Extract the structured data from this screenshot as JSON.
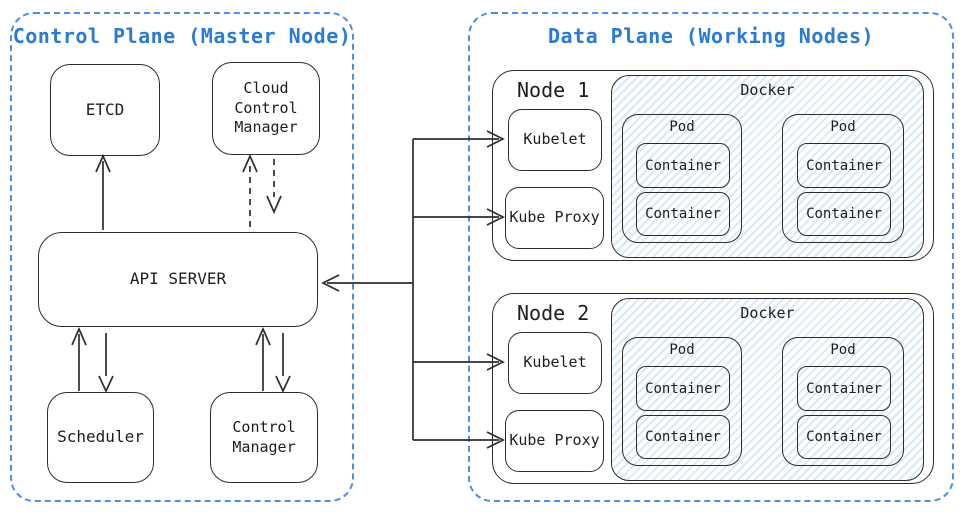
{
  "control_plane": {
    "title": "Control Plane (Master Node)",
    "boxes": {
      "etcd": "ETCD",
      "cloud_control_manager": "Cloud Control Manager",
      "api_server": "API SERVER",
      "scheduler": "Scheduler",
      "control_manager": "Control Manager"
    }
  },
  "data_plane": {
    "title": "Data Plane (Working Nodes)",
    "nodes": [
      {
        "label": "Node 1",
        "kubelet": "Kubelet",
        "kube_proxy": "Kube Proxy",
        "runtime": "Docker",
        "pods": [
          {
            "label": "Pod",
            "containers": [
              "Container",
              "Container"
            ]
          },
          {
            "label": "Pod",
            "containers": [
              "Container",
              "Container"
            ]
          }
        ]
      },
      {
        "label": "Node 2",
        "kubelet": "Kubelet",
        "kube_proxy": "Kube Proxy",
        "runtime": "Docker",
        "pods": [
          {
            "label": "Pod",
            "containers": [
              "Container",
              "Container"
            ]
          },
          {
            "label": "Pod",
            "containers": [
              "Container",
              "Container"
            ]
          }
        ]
      }
    ]
  },
  "edges": [
    {
      "from": "API SERVER",
      "to": "ETCD",
      "style": "solid",
      "arrows": "to"
    },
    {
      "from": "API SERVER",
      "to": "Cloud Control Manager",
      "style": "dashed",
      "arrows": "both"
    },
    {
      "from": "API SERVER",
      "to": "Scheduler",
      "style": "solid",
      "arrows": "both"
    },
    {
      "from": "API SERVER",
      "to": "Control Manager",
      "style": "solid",
      "arrows": "both"
    },
    {
      "from": "node trunk",
      "to": "API SERVER",
      "style": "solid",
      "arrows": "to"
    },
    {
      "from": "node trunk",
      "to": "Node 1 Kubelet",
      "style": "solid",
      "arrows": "to"
    },
    {
      "from": "node trunk",
      "to": "Node 1 Kube Proxy",
      "style": "solid",
      "arrows": "to"
    },
    {
      "from": "node trunk",
      "to": "Node 2 Kubelet",
      "style": "solid",
      "arrows": "to"
    },
    {
      "from": "node trunk",
      "to": "Node 2 Kube Proxy",
      "style": "solid",
      "arrows": "to"
    }
  ],
  "colors": {
    "plane_title": "#2b7ad3",
    "plane_border": "#4c8fe0",
    "box_border": "#2d2d2d",
    "docker_hatch": "#d9e8f8",
    "background": "#ffffff",
    "text": "#1e1e1e"
  }
}
